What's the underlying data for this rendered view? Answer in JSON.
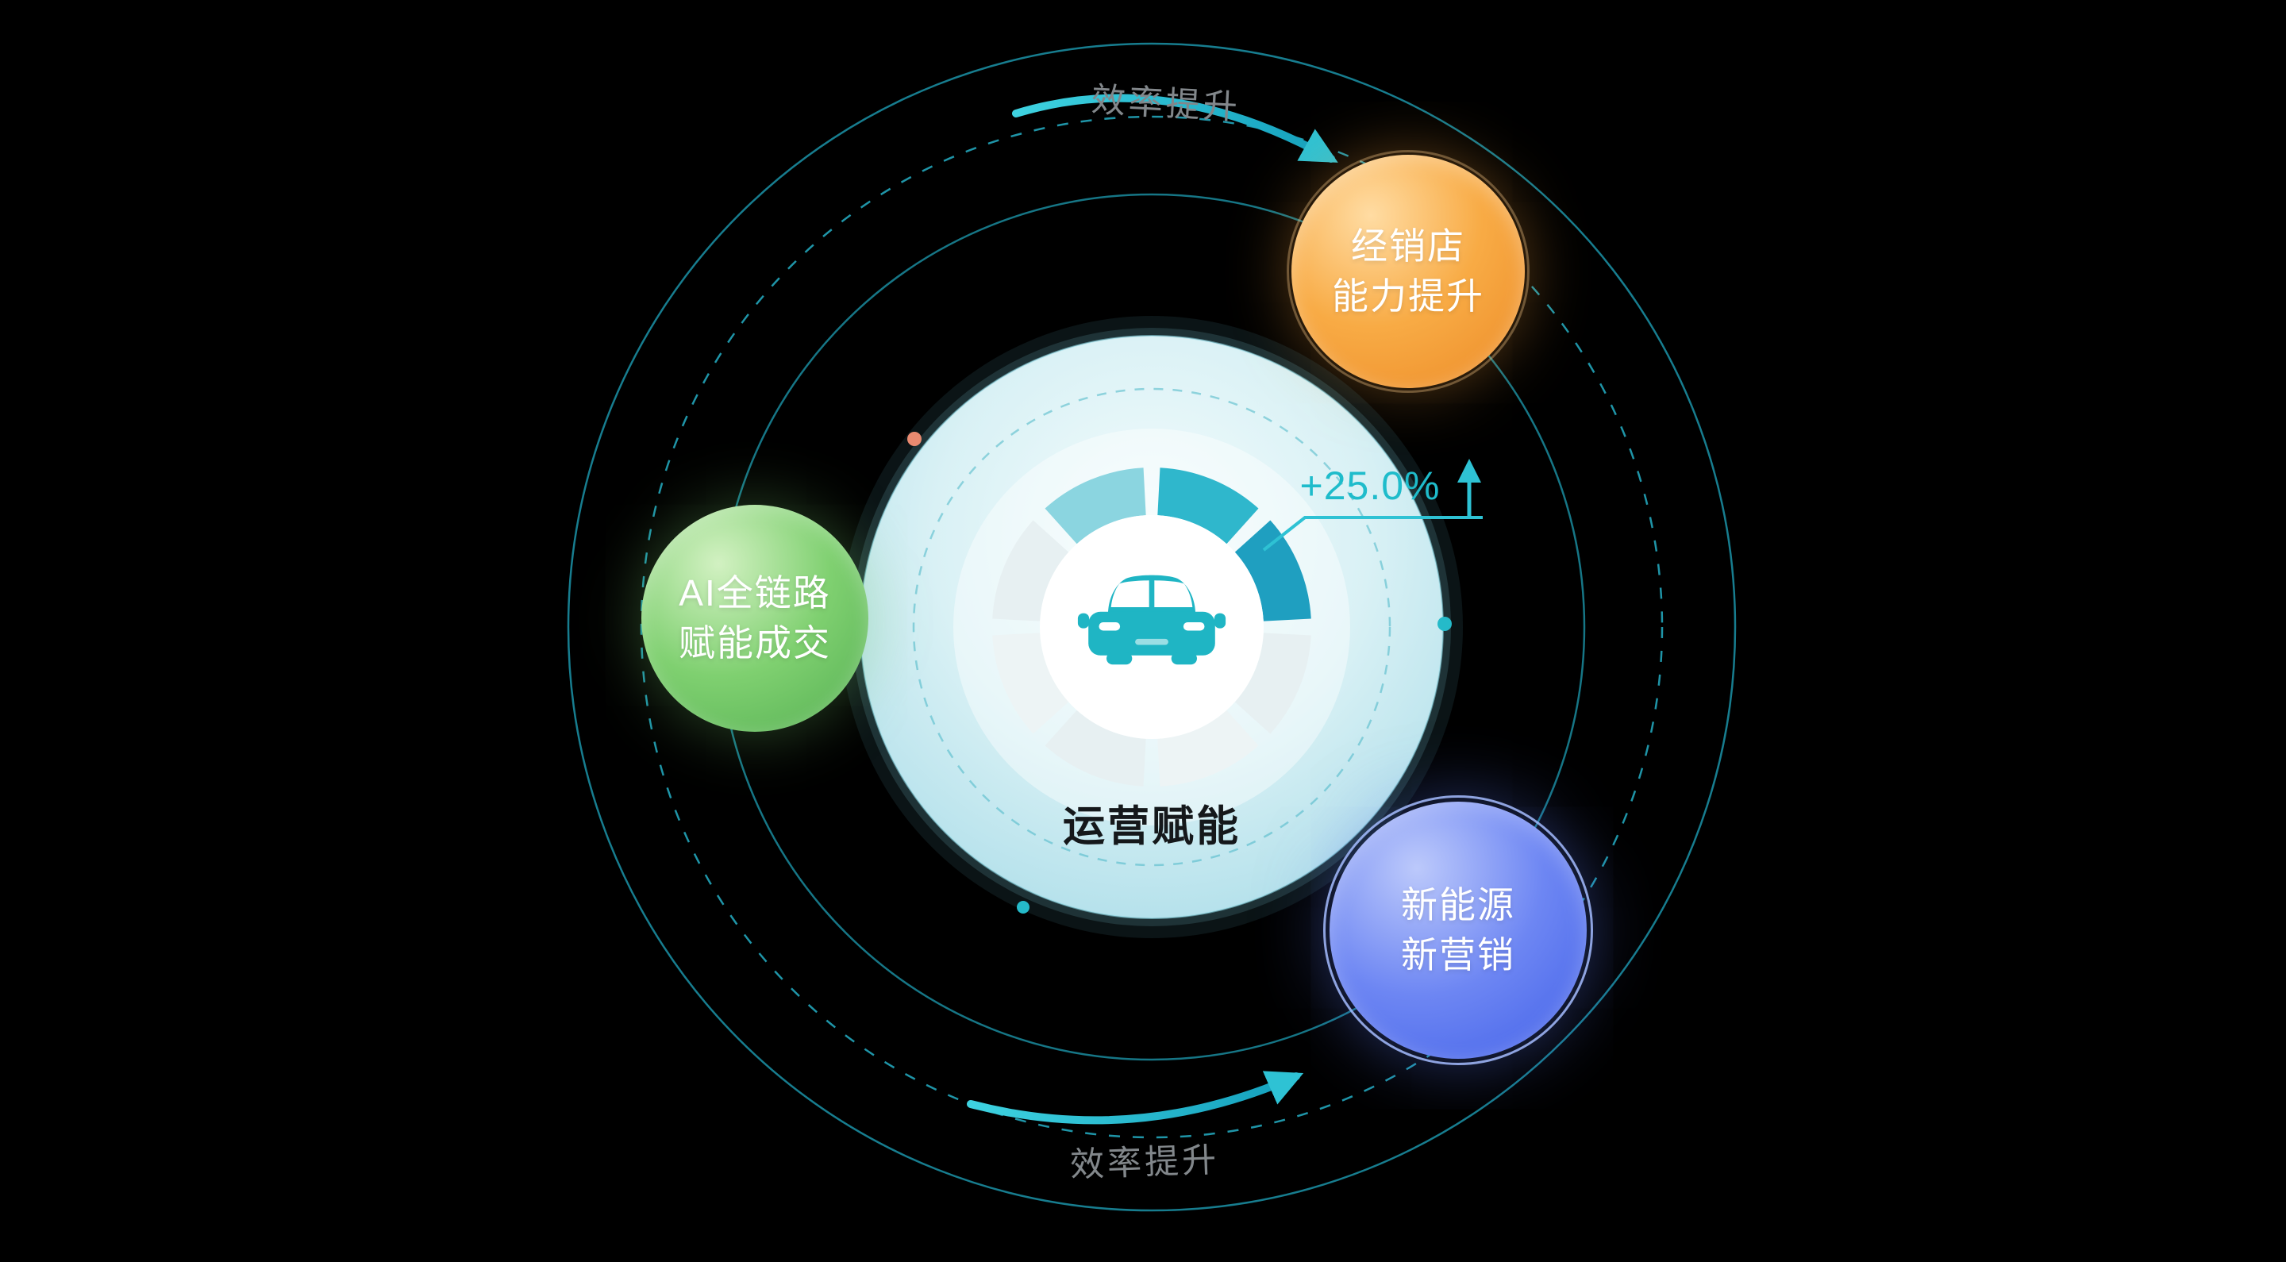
{
  "canvas": {
    "background": "#000000"
  },
  "center": {
    "title": "运营赋能",
    "metric": "+25.0%",
    "icon": "car-front-icon"
  },
  "bubbles": [
    {
      "name": "dealer-capability",
      "lines": [
        "经销店",
        "能力提升"
      ],
      "color": "#f2982f"
    },
    {
      "name": "ai-full-chain",
      "lines": [
        "AI全链路",
        "赋能成交"
      ],
      "color": "#5fbe5d"
    },
    {
      "name": "nev-marketing",
      "lines": [
        "新能源",
        "新营销"
      ],
      "color": "#4d6cee"
    }
  ],
  "orbits": {
    "top_label": "效率提升",
    "bottom_label": "效率提升"
  },
  "colors": {
    "ring": "#1e9fb6",
    "accent": "#2ec2d4",
    "metric": "#1fbccb",
    "gray_label": "#82878b",
    "dot_warm": "#e98a70"
  }
}
